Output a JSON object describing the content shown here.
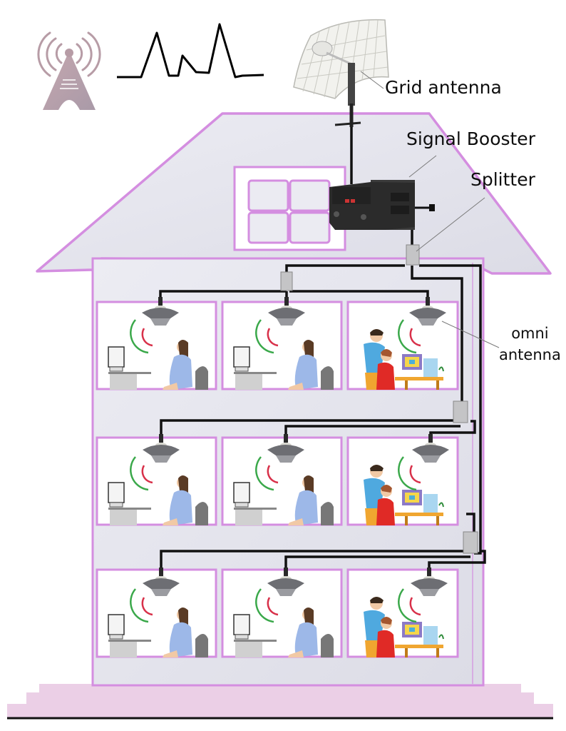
{
  "diagram": {
    "title_visible": false,
    "labels": {
      "grid_antenna": "Grid antenna",
      "signal_booster": "Signal Booster",
      "splitter": "Splitter",
      "omni_antenna_line1": "omni",
      "omni_antenna_line2": "antenna"
    },
    "colors": {
      "house_outline": "#d48ee0",
      "house_fill": "#e2e2ec",
      "room_fill": "#ffffff",
      "base_fill": "#ebcfe6",
      "cable": "#111111",
      "tower_icon": "#b79ca6",
      "signal_green": "#3aa84a",
      "signal_red": "#d8314a",
      "omni_antenna": "#6d6e73",
      "booster": "#2b2b2b",
      "splitter": "#c4c4c6"
    },
    "icons": [
      "cell-tower-icon",
      "signal-waveform-icon"
    ],
    "floors": [
      {
        "name": "floor-top",
        "rooms": [
          "office-woman",
          "office-woman",
          "office-two-people"
        ],
        "splitter": "main-splitter"
      },
      {
        "name": "floor-middle",
        "rooms": [
          "office-woman",
          "office-woman",
          "office-two-people"
        ],
        "splitter": "floor-splitter-2"
      },
      {
        "name": "floor-bottom",
        "rooms": [
          "office-woman",
          "office-woman",
          "office-two-people"
        ],
        "splitter": "floor-splitter-3"
      }
    ]
  }
}
